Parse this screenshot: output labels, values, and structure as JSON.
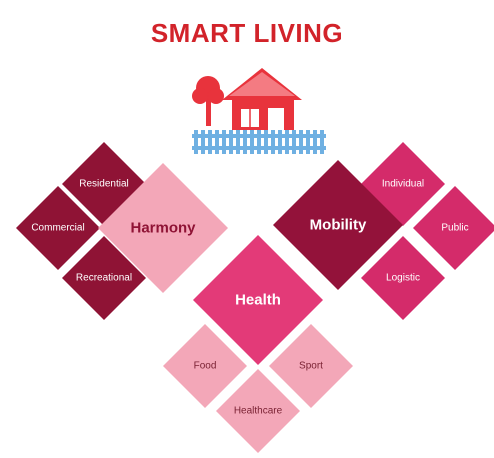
{
  "title": "SMART LIVING",
  "colors": {
    "title": "#d2232a",
    "harmony": "#f3a7b8",
    "harmony_sub": "#8f1335",
    "mobility": "#93123a",
    "mobility_sub": "#d42b6a",
    "health": "#e33a78",
    "health_sub": "#f3a7b8",
    "house_red": "#e8333c",
    "fence_blue": "#6fb0e2",
    "label_light": "#ffffff",
    "label_dark": "#7a2233"
  },
  "diagram": {
    "icon": "house-with-tree-and-fence",
    "groups": [
      {
        "id": "harmony",
        "label": "Harmony",
        "items": [
          "Residential",
          "Commercial",
          "Recreational"
        ]
      },
      {
        "id": "mobility",
        "label": "Mobility",
        "items": [
          "Individual",
          "Public",
          "Logistic"
        ]
      },
      {
        "id": "health",
        "label": "Health",
        "items": [
          "Food",
          "Sport",
          "Healthcare"
        ]
      }
    ]
  }
}
